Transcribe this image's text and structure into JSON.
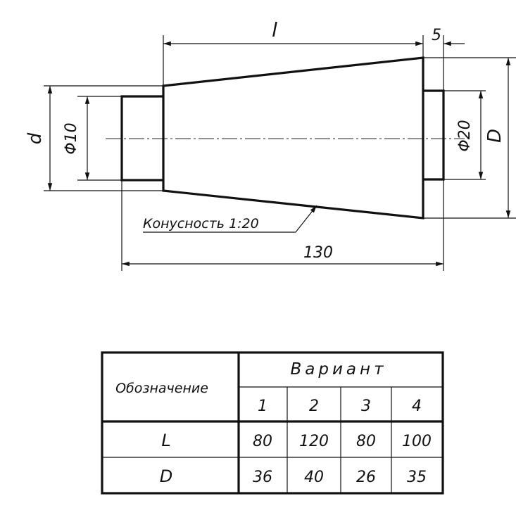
{
  "drawing": {
    "dim_top_l": "l",
    "dim_top_5": "5",
    "dim_d": "d",
    "dim_phi10": "Φ10",
    "dim_phi20": "Φ20",
    "dim_D": "D",
    "taper_note": "Конусность 1:20",
    "dim_total": "130"
  },
  "table": {
    "header_label": "Обозначение",
    "header_group": "Вариант",
    "variants": [
      "1",
      "2",
      "3",
      "4"
    ],
    "rows": [
      {
        "symbol": "L",
        "values": [
          "80",
          "120",
          "80",
          "100"
        ]
      },
      {
        "symbol": "D",
        "values": [
          "36",
          "40",
          "26",
          "35"
        ]
      }
    ]
  }
}
